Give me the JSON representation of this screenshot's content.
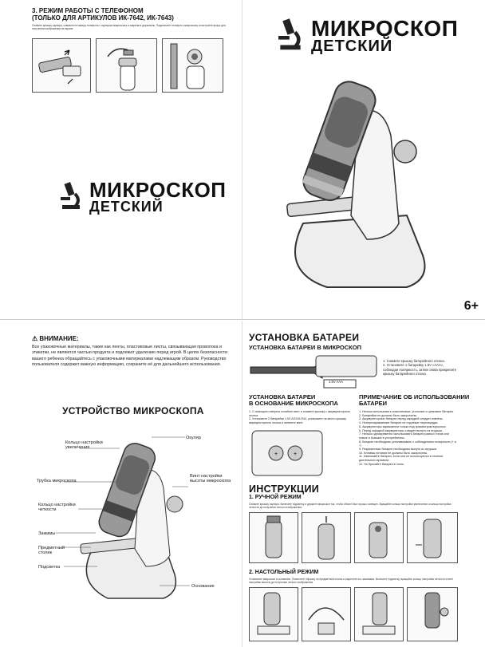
{
  "top_left": {
    "section_title_line1": "3. РЕЖИМ РАБОТЫ С ТЕЛЕФОНОМ",
    "section_title_line2": "(ТОЛЬКО ДЛЯ АРТИКУЛОВ ИК-7642, ИК-7643)",
    "instruction_text": "Снимите крышку окуляра, совместите камеру телефона с окуляром микроскопа и закрепите держатель. Подключите телефон к микроскопу и настройте фокус для получения изображения на экране.",
    "logo_line1": "МИКРОСКОП",
    "logo_line2": "ДЕТСКИЙ"
  },
  "top_right": {
    "logo_line1": "МИКРОСКОП",
    "logo_line2": "ДЕТСКИЙ",
    "age": "6+"
  },
  "bottom_left": {
    "warning_title": "ВНИМАНИЕ:",
    "warning_text": "Все упаковочные материалы, такие как ленты, пластиковые листы, связывающая проволока и этикетки, не являются частью продукта и подлежат удалению перед игрой. В целях безопасности вашего ребенка обращайтесь с упаковочными материалами надлежащим образом. Руководство пользователя содержит важную информацию, сохраните её для дальнейшего использования.",
    "device_title": "УСТРОЙСТВО МИКРОСКОПА",
    "labels": {
      "zoom_ring": "Кольцо настройки увеличения",
      "eyepiece": "Окуляр",
      "tube": "Трубка микроскопа",
      "height_screw": "Винт настройки высоты микроскопа",
      "focus_ring": "Кольцо настройки четкости",
      "clips": "Зажимы",
      "stage": "Предметный столик",
      "backlight": "Подсветка",
      "base": "Основание"
    }
  },
  "bottom_right": {
    "battery_title": "УСТАНОВКА БАТАРЕИ",
    "battery_subtitle": "УСТАНОВКА БАТАРЕИ В МИКРОСКОП",
    "battery_steps": [
      "1. Снимите крышку батарейного отсека.",
      "2. Установите 1 батарейку 1.5V «AAA», соблюдая полярность, затем снова прикрепите крышку батарейного отсека."
    ],
    "battery_label": "1.5V AAA",
    "base_battery_title_line1": "УСТАНОВКА БАТАРЕИ",
    "base_battery_title_line2": "В ОСНОВАНИЕ МИКРОСКОПА",
    "base_battery_steps": [
      "1. С помощью отвертки ослабьте винт и снимите крышку с аккумуляторного отсека.",
      "2. Установите 2 батарейки 1.5V AG13/LR44, установите на место крышку аккумуляторного отсека и затяните винт."
    ],
    "note_title_line1": "ПРИМЕЧАНИЕ ОБ ИСПОЛЬЗОВАНИИ",
    "note_title_line2": "БАТАРЕИ",
    "notes": [
      "1. Нельзя использовать алкалиновые, угольные и цинковые батареи.",
      "2. Батарейки не должны быть закорочены.",
      "3. Аккумуляторные батареи перед зарядкой следует извлечь.",
      "4. Неперезаряжаемые батареи не подлежат перезарядке.",
      "5. Аккумуляторы заряжаются только под присмотром взрослых.",
      "6. Перед зарядкой аккумуляторы следует вынуть из игрушки.",
      "7. Нельзя одновременно использовать батареи разных типов или новые и бывшие в употреблении.",
      "8. Батареи необходимо устанавливать с соблюдением полярности (+ и -).",
      "9. Разряженные батареи необходимо вынуть из игрушки.",
      "10. Клеммы питания не должны быть закорочены.",
      "11. Извлекайте батареи, если они не используются в течение длительного времени.",
      "12. Не бросайте батареи в огонь."
    ],
    "instructions_title": "ИНСТРУКЦИИ",
    "manual_mode_title": "1. РУЧНОЙ РЕЖИМ",
    "manual_mode_text": "Снимите крышку окуляра. Включите подсветку и держите микроскоп так, чтобы объект был хорошо освещен. Вращайте кольцо настройки увеличения и кольцо настройки четкости до получения четкого изображения.",
    "table_mode_title": "2. НАСТОЛЬНЫЙ РЕЖИМ",
    "table_mode_text": "Установите микроскоп в основание. Поместите образец на предметный столик и закрепите его зажимами. Включите подсветку, вращайте кольцо настройки четкости и винт настройки высоты до получения четкого изображения."
  }
}
